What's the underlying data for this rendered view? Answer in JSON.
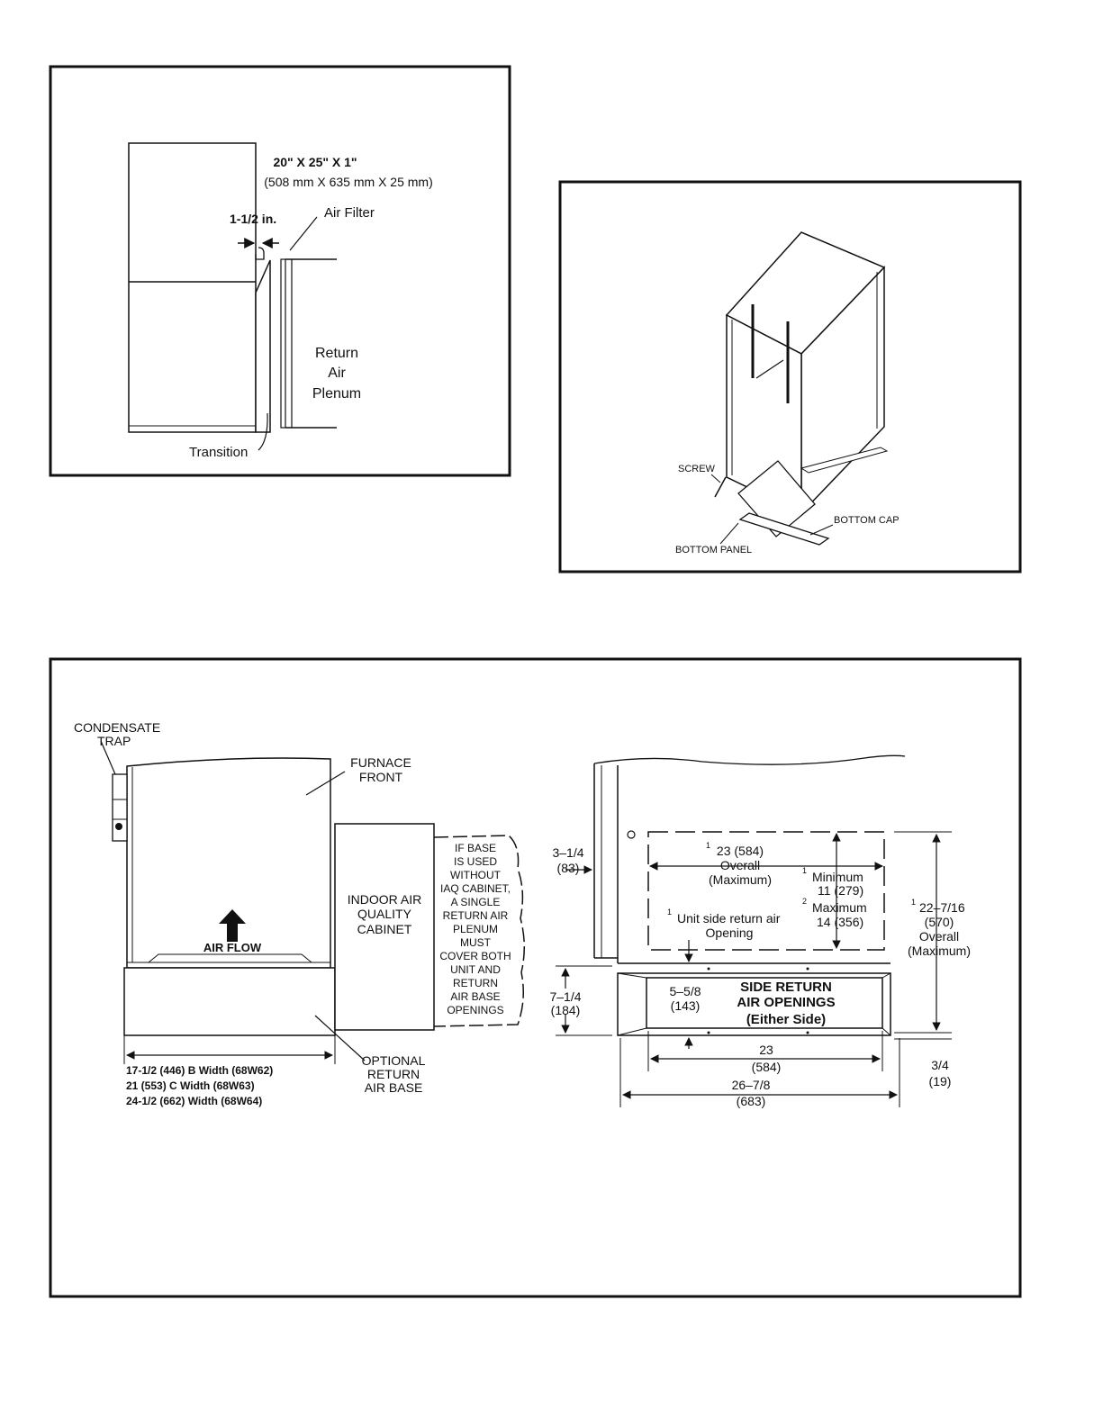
{
  "fig1": {
    "size": "20\" X 25\" X 1\"",
    "size_metric": "(508 mm X 635 mm X 25 mm)",
    "gap": "1-1/2 in.",
    "air_filter": "Air Filter",
    "plenum": [
      "Return",
      "Air",
      "Plenum"
    ],
    "transition": "Transition"
  },
  "fig2": {
    "screw": "SCREW",
    "bottom_cap": "BOTTOM CAP",
    "bottom_panel": "BOTTOM PANEL"
  },
  "fig3": {
    "condensate_trap": [
      "CONDENSATE",
      "TRAP"
    ],
    "furnace_front": [
      "FURNACE",
      "FRONT"
    ],
    "air_flow": "AIR FLOW",
    "iaq_cabinet": [
      "INDOOR AIR",
      "QUALITY",
      "CABINET"
    ],
    "note": [
      "IF BASE",
      "IS USED",
      "WITHOUT",
      "IAQ CABINET,",
      "A SINGLE",
      "RETURN AIR",
      "PLENUM",
      "MUST",
      "COVER BOTH",
      "UNIT AND",
      "RETURN",
      "AIR BASE",
      "OPENINGS"
    ],
    "widths": [
      "17-1/2 (446) B Width (68W62)",
      "21 (553) C Width (68W63)",
      "24-1/2 (662) Width (68W64)"
    ],
    "optional_base": [
      "OPTIONAL",
      "RETURN",
      "AIR BASE"
    ],
    "dim_3_1_4": [
      "3–1/4",
      "(83)"
    ],
    "overall_23": [
      "23 (584)",
      "Overall",
      "(Maximum)"
    ],
    "minimum": [
      "Minimum",
      "11 (279)"
    ],
    "maximum": [
      "Maximum",
      "14 (356)"
    ],
    "unit_side": [
      "Unit side return air",
      "Opening"
    ],
    "dim_22": [
      "22–7/16",
      "(570)",
      "Overall",
      "(Maximum)"
    ],
    "dim_7_1_4": [
      "7–1/4",
      "(184)"
    ],
    "dim_5_5_8": [
      "5–5/8",
      "(143)"
    ],
    "side_return": [
      "SIDE RETURN",
      "AIR OPENINGS",
      "(Either Side)"
    ],
    "dim_23_bottom": [
      "23",
      "(584)"
    ],
    "dim_26": [
      "26–7/8",
      "(683)"
    ],
    "dim_3_4": [
      "3/4",
      "(19)"
    ],
    "sup1": "1",
    "sup2": "2"
  }
}
